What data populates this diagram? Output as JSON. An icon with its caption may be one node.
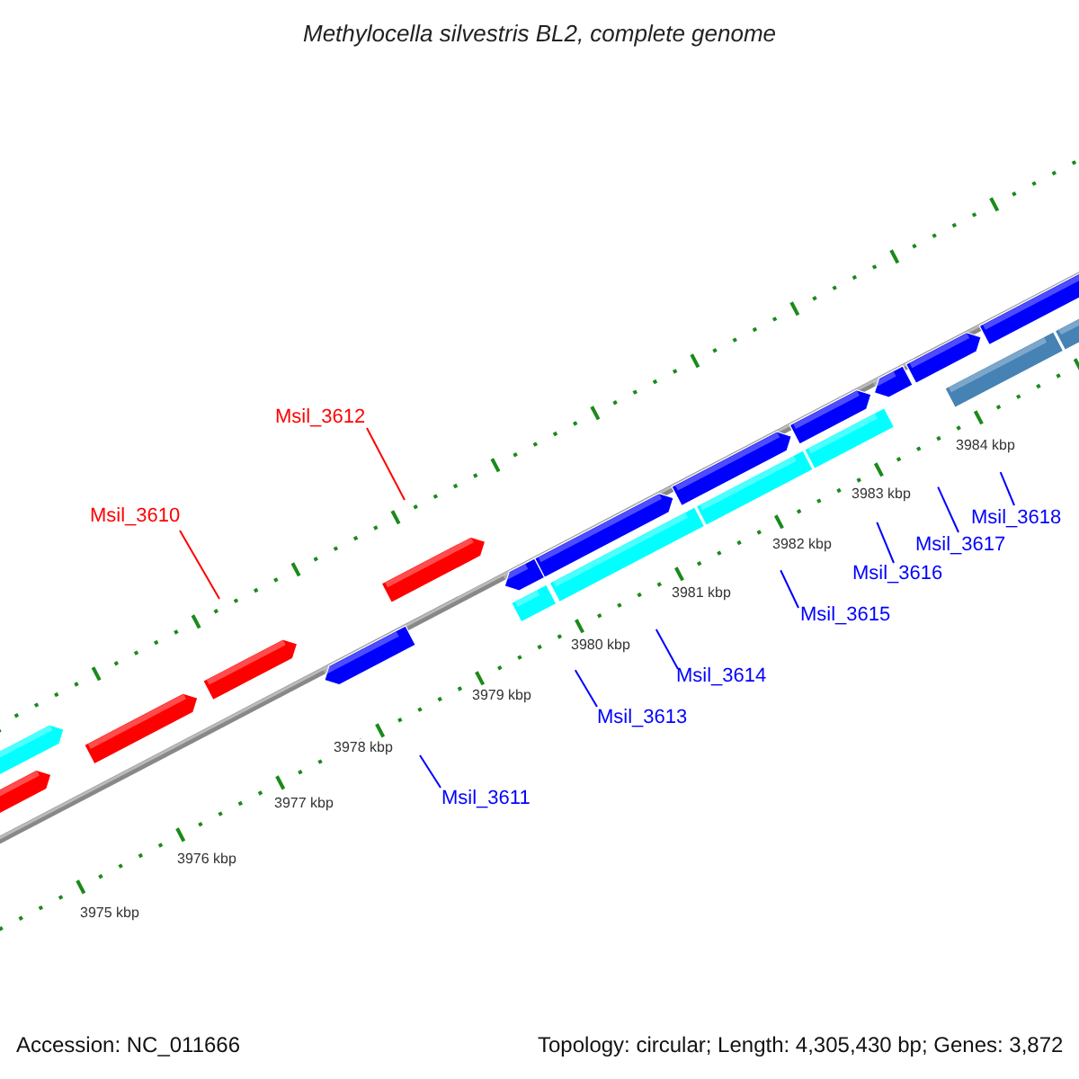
{
  "diagram": {
    "title": "Methylocella silvestris BL2, complete genome",
    "nodes": [
      {
        "text": [
          "Msil_3612"
        ]
      },
      {
        "text": [
          "Msil_3610"
        ]
      },
      {
        "text": [
          "Msil_3618"
        ]
      },
      {
        "text": [
          "Msil_3617"
        ]
      },
      {
        "text": [
          "Msil_3616"
        ]
      },
      {
        "text": [
          "Msil_3615"
        ]
      },
      {
        "text": [
          "Msil_3614"
        ]
      },
      {
        "text": [
          "Msil_3613"
        ]
      },
      {
        "text": [
          "Msil_3611"
        ]
      }
    ],
    "edges": [
      {
        "from": 0,
        "to": null,
        "arrow": "none",
        "color": "#ff0000"
      },
      {
        "from": 1,
        "to": null,
        "arrow": "none",
        "color": "#ff0000"
      },
      {
        "from": 2,
        "to": null,
        "arrow": "none"
      },
      {
        "from": 3,
        "to": null,
        "arrow": "none"
      },
      {
        "from": 4,
        "to": null,
        "arrow": "none"
      },
      {
        "from": 5,
        "to": null,
        "arrow": "none"
      },
      {
        "from": 6,
        "to": null,
        "arrow": "none"
      },
      {
        "from": 7,
        "to": null,
        "arrow": "none"
      },
      {
        "from": 8,
        "to": null,
        "arrow": "none"
      }
    ],
    "labels": [
      "3984 kbp",
      "3983 kbp",
      "3982 kbp",
      "3981 kbp",
      "3980 kbp",
      "3979 kbp",
      "3978 kbp",
      "3977 kbp",
      "3976 kbp",
      "3975 kbp",
      "Accession: NC_011666",
      "Topology: circular; Length: 4,305,430 bp; Genes: 3,872"
    ]
  }
}
